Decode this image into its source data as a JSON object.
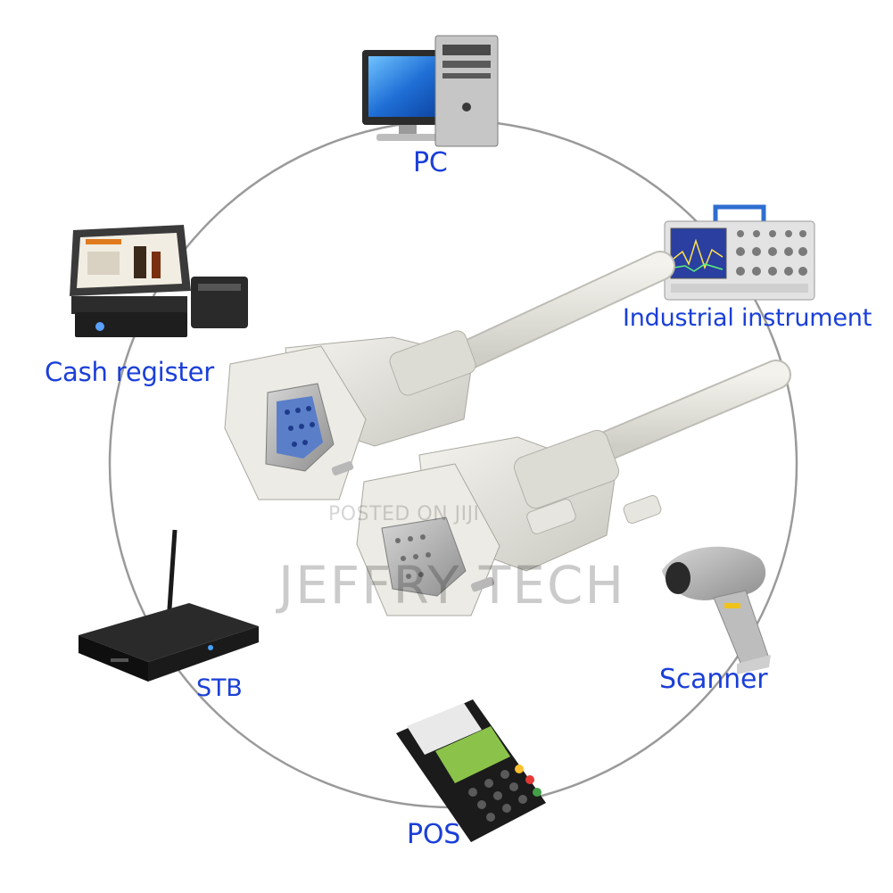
{
  "devices": {
    "pc": {
      "label": "PC",
      "icon": "desktop-computer-icon"
    },
    "industrial": {
      "label": "Industrial instrument",
      "icon": "oscilloscope-icon"
    },
    "cash": {
      "label": "Cash register",
      "icon": "cash-register-icon"
    },
    "stb": {
      "label": "STB",
      "icon": "set-top-box-icon"
    },
    "scanner": {
      "label": "Scanner",
      "icon": "barcode-scanner-icon"
    },
    "pos": {
      "label": "POS",
      "icon": "pos-terminal-icon"
    }
  },
  "center": {
    "icon": "serial-db9-cable-icon"
  },
  "watermark": {
    "line1": "POSTED ON JIJI",
    "line2": "JEFFRY TECH"
  },
  "colors": {
    "label": "#1a3fd8",
    "ring": "#9a9a9a",
    "cable": "#e4e3dc"
  }
}
